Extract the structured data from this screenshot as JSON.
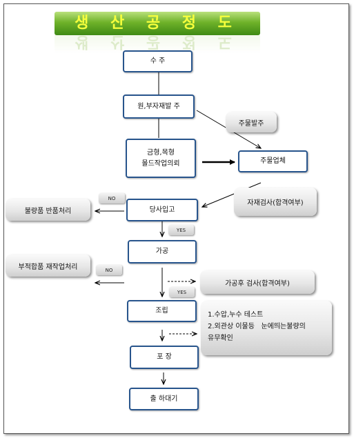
{
  "title": "생 산  공 정 도",
  "nodes": {
    "order": "수 주",
    "material_order": "원,부자재발 주",
    "mold_request": [
      "금형,목형",
      "몰드작업의뢰"
    ],
    "outsource": "주물업체",
    "receiving": "당사입고",
    "processing": "가공",
    "assembly": "조립",
    "packing": "포 장",
    "shipping": "출 하대기"
  },
  "side_boxes": {
    "casting_order": "주물발주",
    "material_inspection": "자재검사(합격여부)",
    "defect_return": "불량품 반품처리",
    "nonconform_rework": "부적합품 재작업처리",
    "post_process_inspection": "가공후 검사(합격여부)",
    "assembly_checks": [
      "1.수압,누수 테스트",
      "2.외관상 이물등   눈에띄는불량의",
      "유무확인"
    ]
  },
  "tags": {
    "no1": "NO",
    "yes1": "YES",
    "no2": "NO",
    "yes2": "YES"
  },
  "colors": {
    "box_border": "#27548c",
    "title_green": "#4f9a1e",
    "title_text": "#f6ff3c"
  }
}
